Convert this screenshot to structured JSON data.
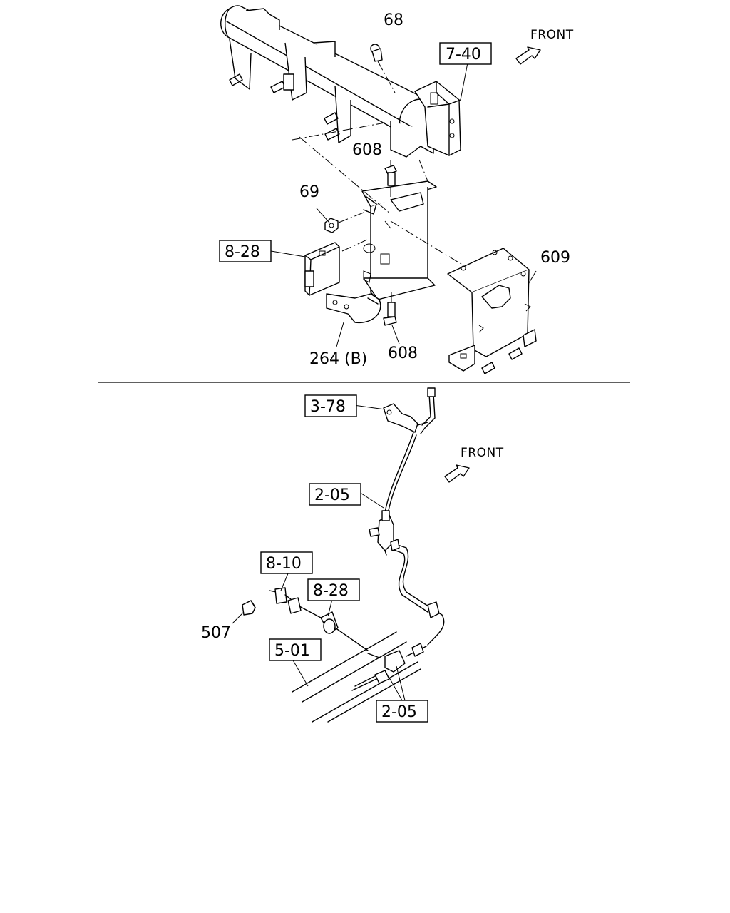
{
  "top_section": {
    "front_label": "FRONT",
    "callouts": {
      "c68": "68",
      "c7_40": "7-40",
      "c608a": "608",
      "c69": "69",
      "c8_28": "8-28",
      "c609": "609",
      "c264b": "264 (B)",
      "c608b": "608"
    }
  },
  "bottom_section": {
    "front_label": "FRONT",
    "callouts": {
      "c3_78": "3-78",
      "c2_05a": "2-05",
      "c8_10": "8-10",
      "c8_28": "8-28",
      "c507": "507",
      "c5_01": "5-01",
      "c2_05b": "2-05"
    }
  }
}
